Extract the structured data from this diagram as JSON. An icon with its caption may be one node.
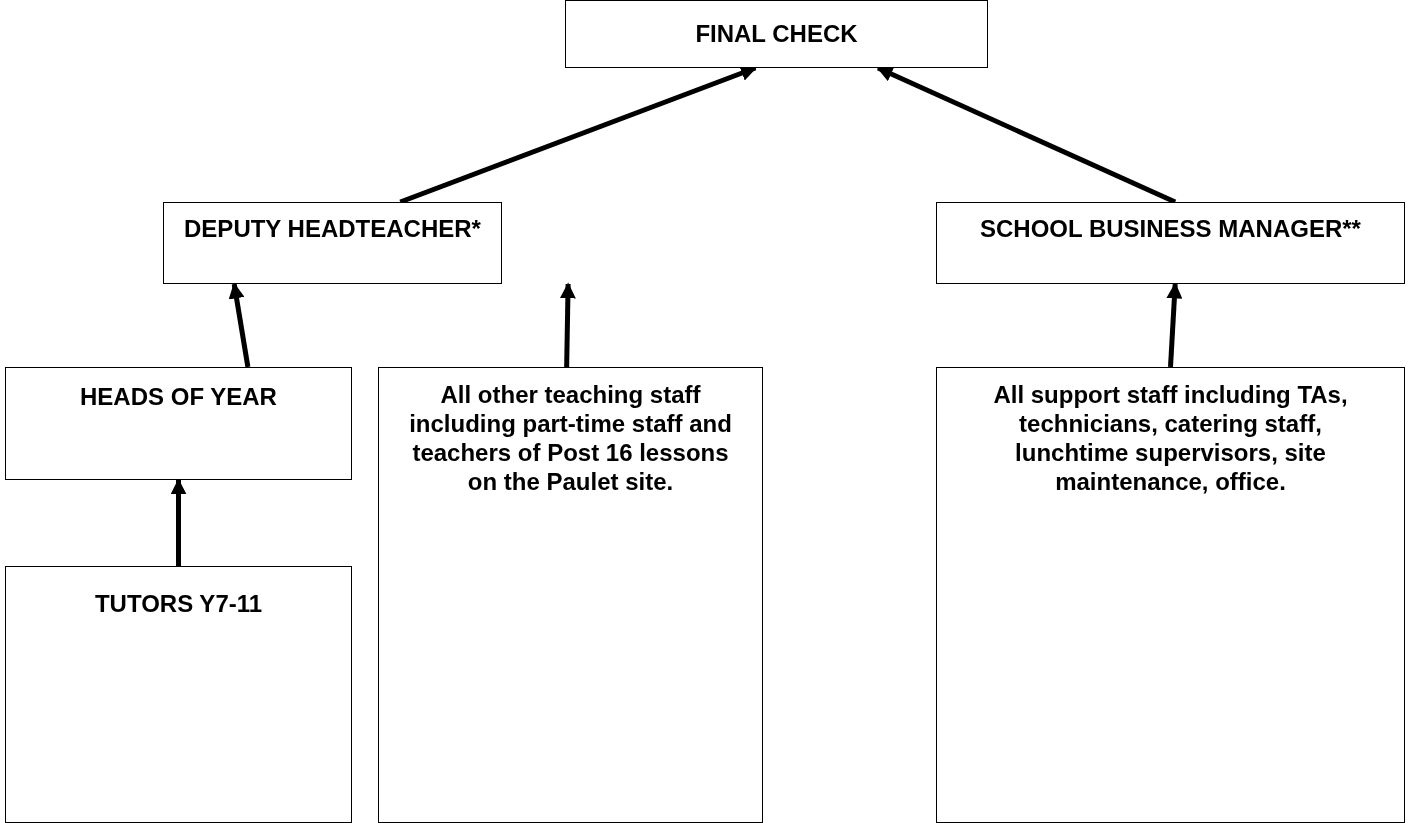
{
  "diagram": {
    "nodes": [
      {
        "text": [
          "FINAL CHECK"
        ]
      },
      {
        "text": [
          "DEPUTY HEADTEACHER*"
        ]
      },
      {
        "text": [
          "SCHOOL BUSINESS MANAGER**"
        ]
      },
      {
        "text": [
          "HEADS OF YEAR"
        ]
      },
      {
        "text": [
          "All other teaching staff including part-time staff and teachers of Post 16 lessons on the Paulet site."
        ]
      },
      {
        "text": [
          "All support staff including TAs, technicians, catering staff, lunchtime supervisors, site maintenance, office."
        ]
      },
      {
        "text": [
          "TUTORS Y7-11"
        ]
      }
    ],
    "edges": [
      {
        "from": 1,
        "to": 0,
        "arrow": "to"
      },
      {
        "from": 2,
        "to": 0,
        "arrow": "to"
      },
      {
        "from": 3,
        "to": 1,
        "arrow": "to"
      },
      {
        "from": 4,
        "to": 1,
        "arrow": "to"
      },
      {
        "from": 5,
        "to": 2,
        "arrow": "to"
      },
      {
        "from": 6,
        "to": 3,
        "arrow": "to"
      }
    ]
  }
}
